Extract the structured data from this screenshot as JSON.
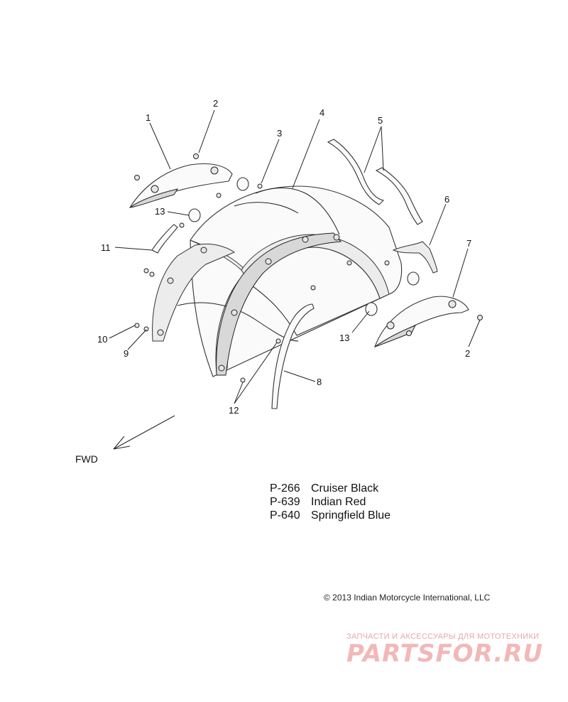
{
  "callouts": [
    "1",
    "2",
    "3",
    "4",
    "5",
    "6",
    "7",
    "8",
    "9",
    "10",
    "11",
    "12",
    "13",
    "13",
    "2"
  ],
  "direction_label": "FWD",
  "color_options": [
    {
      "code": "P-266",
      "name": "Cruiser Black"
    },
    {
      "code": "P-639",
      "name": "Indian Red"
    },
    {
      "code": "P-640",
      "name": "Springfield Blue"
    }
  ],
  "copyright": "© 2013 Indian Motorcycle International, LLC",
  "watermark": {
    "line1": "ЗАПЧАСТИ И АКСЕССУАРЫ ДЛЯ МОТОТЕХНИКИ",
    "line2": "PARTSFOR.RU",
    "color": "#f2b8b8"
  }
}
